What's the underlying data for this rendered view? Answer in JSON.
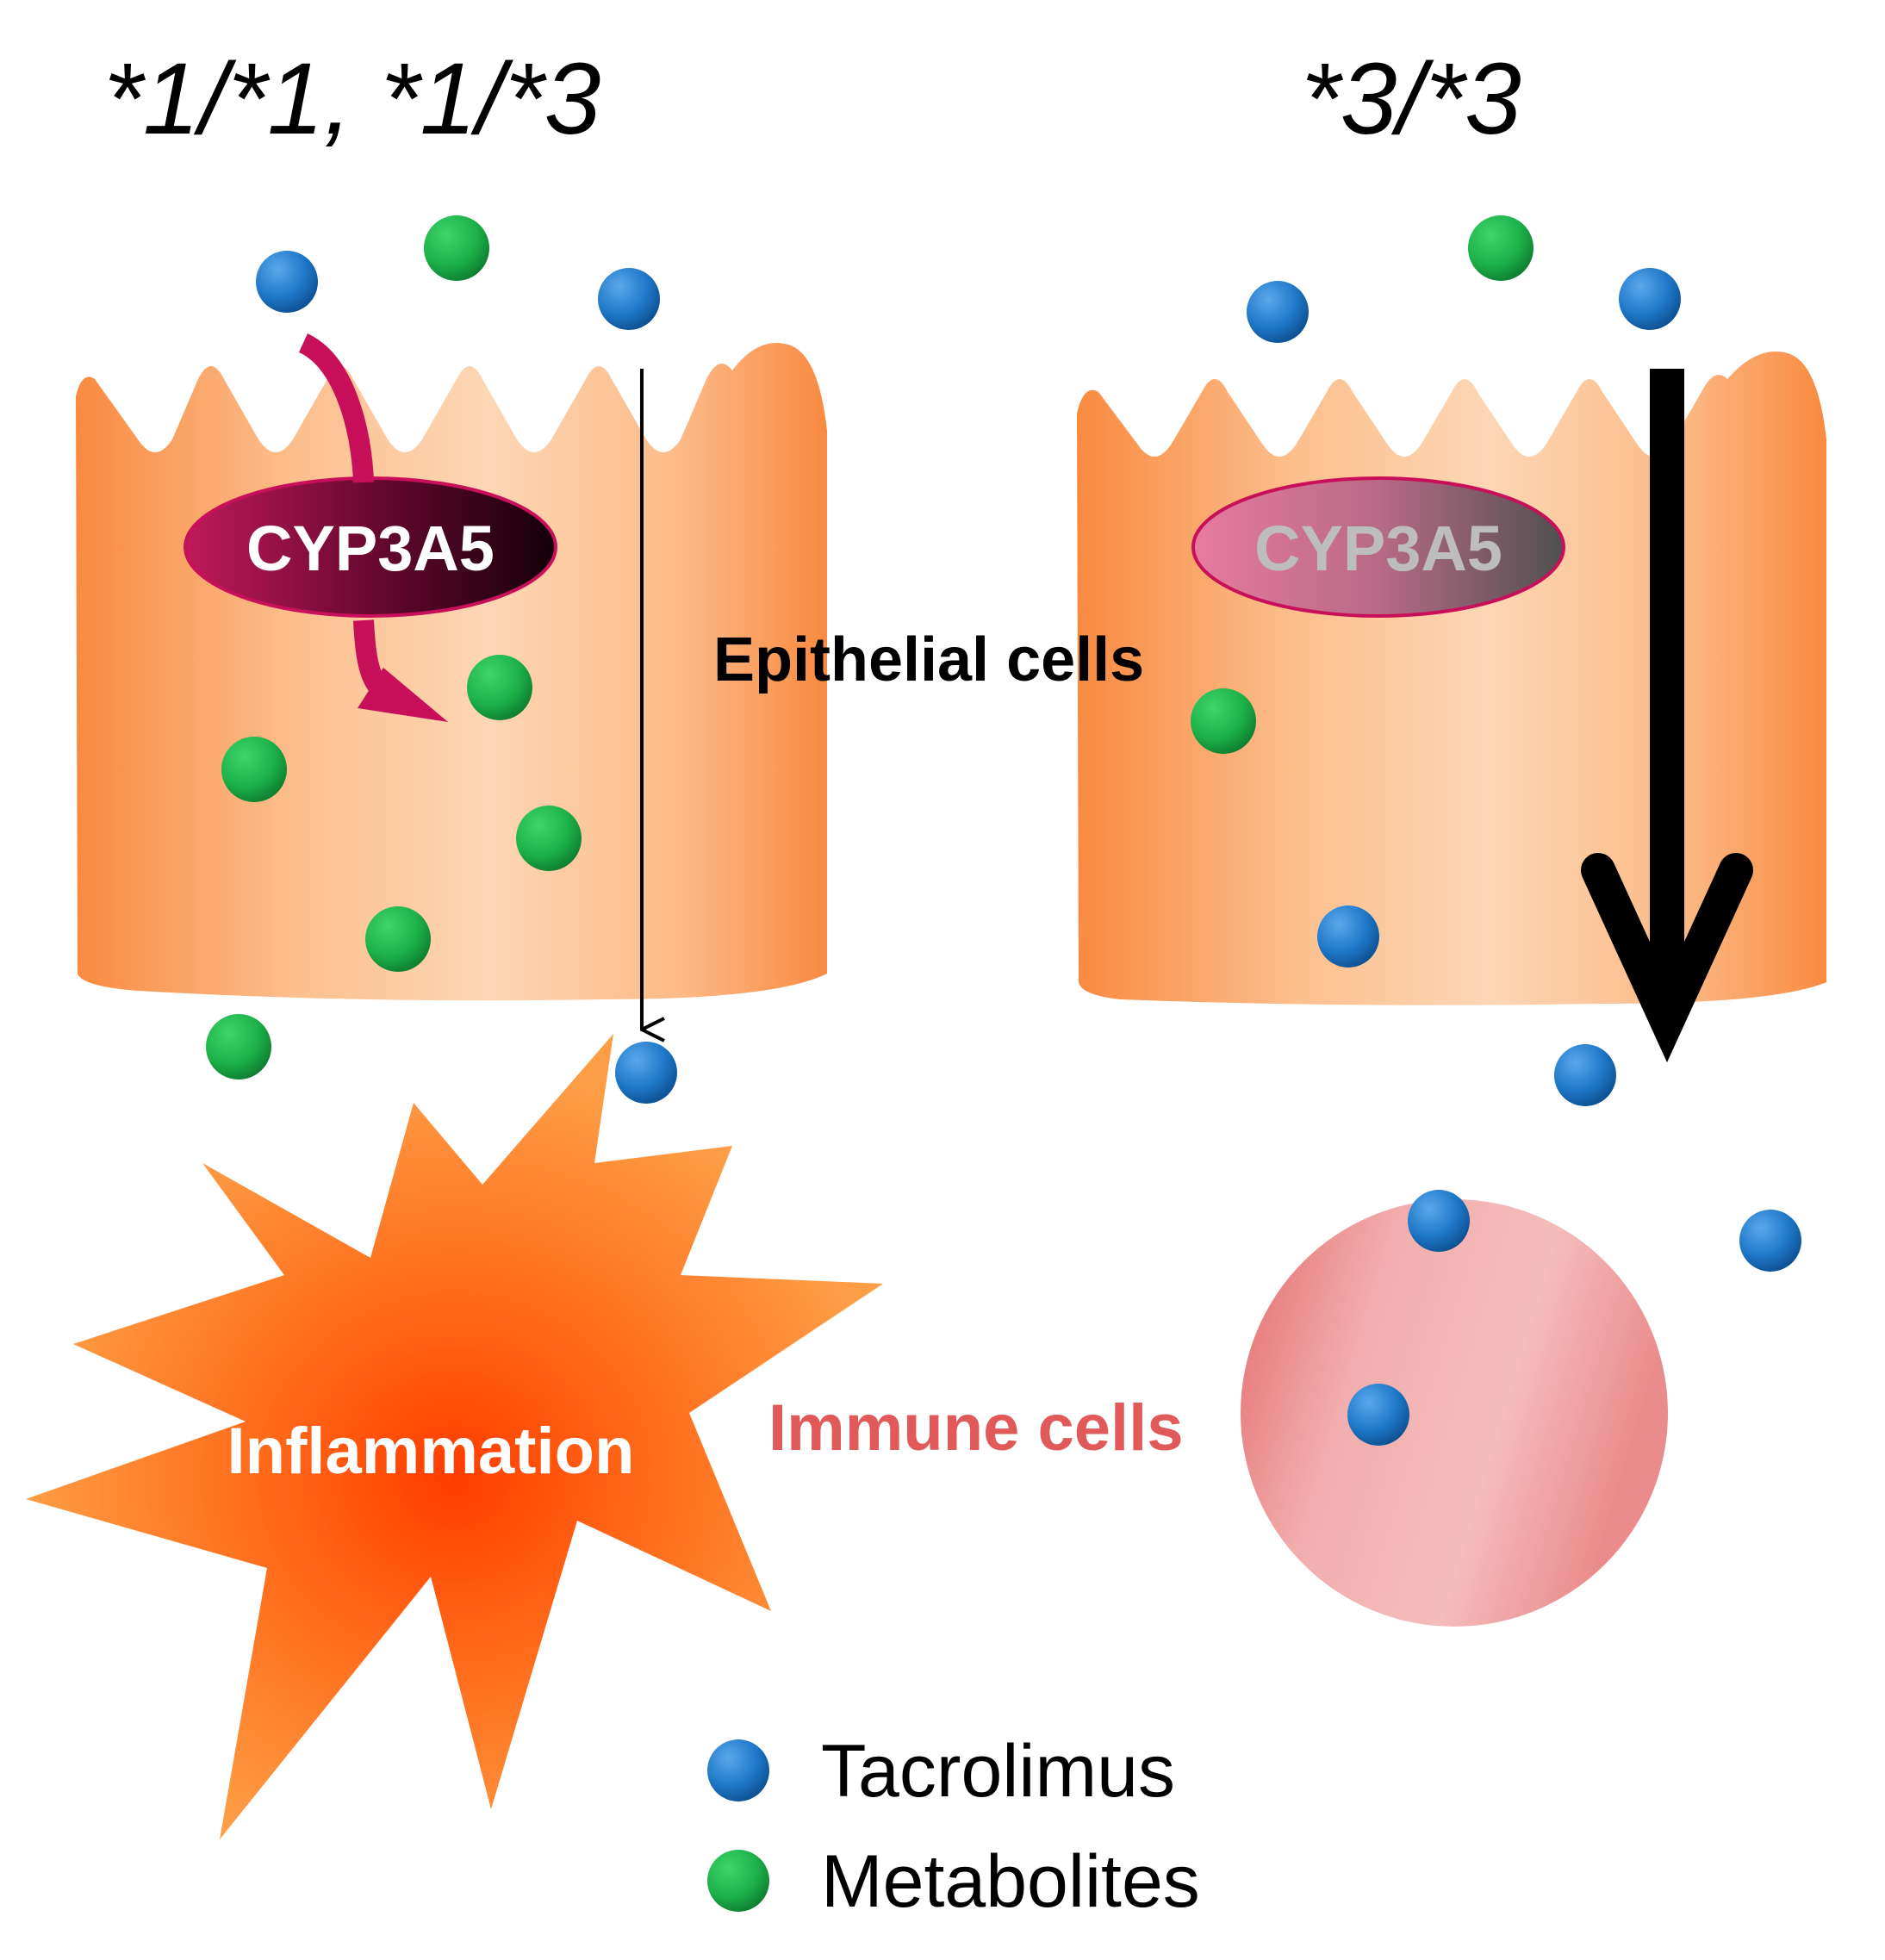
{
  "genotypes": {
    "left": "*1/*1, *1/*3",
    "right": "*3/*3"
  },
  "enzyme": {
    "left_label": "CYP3A5",
    "right_label": "CYP3A5"
  },
  "labels": {
    "epithelial": "Epithelial cells",
    "inflammation": "Inflammation",
    "immune": "Immune cells"
  },
  "legend": {
    "tacrolimus": "Tacrolimus",
    "metabolites": "Metabolites"
  },
  "colors": {
    "tacrolimus": "#1f78c8",
    "metabolites": "#1db24a",
    "cell": "#f9a46a",
    "enzyme_active": "#8a0a3a",
    "enzyme_inactive": "#c06080",
    "metabolism_arrow": "#c8105a",
    "inflammation": "#ff6a1a",
    "immune_cell": "#f0a0a0",
    "immune_label": "#e05a5a"
  }
}
